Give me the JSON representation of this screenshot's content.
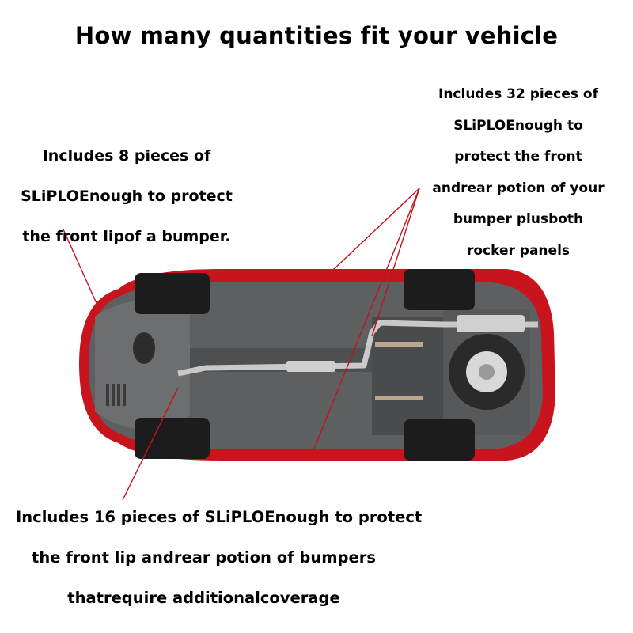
{
  "title": "How many quantities fit your vehicle",
  "callouts": {
    "eight": {
      "lines": [
        "Includes 8 pieces of",
        "SLiPLOEnough to protect",
        "the front lipof a bumper."
      ]
    },
    "thirty_two": {
      "lines": [
        "Includes 32 pieces of",
        "SLiPLOEnough to",
        "protect the front",
        "andrear potion of your",
        "bumper plusboth",
        "rocker panels"
      ]
    },
    "sixteen": {
      "lines": [
        "Includes 16 pieces of SLiPLOEnough to protect",
        "the front lip andrear potion of bumpers",
        "thatrequire additionalcoverage"
      ]
    }
  },
  "colors": {
    "car_body": "#c8141c",
    "underbody": "#5e5f60",
    "tire": "#1c1c1c",
    "exhaust": "#c9c9c9",
    "leader_line": "#c0141c"
  }
}
